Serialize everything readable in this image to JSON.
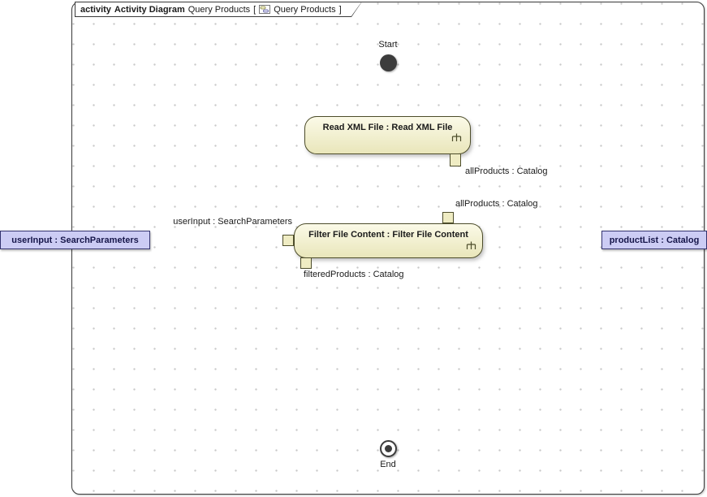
{
  "frame_header": {
    "keyword": "activity",
    "type_label": "Activity Diagram",
    "diagram_name": "Query Products",
    "open_bracket": "[",
    "context_name": "Query Products",
    "close_bracket": "]"
  },
  "nodes": {
    "start": {
      "label": "Start"
    },
    "end": {
      "label": "End"
    },
    "actions": [
      {
        "label": "Read XML File : Read XML File"
      },
      {
        "label": "Filter File Content : Filter File Content"
      }
    ]
  },
  "pins": {
    "read_output_label": "allProducts : Catalog",
    "filter_input_label": "allProducts : Catalog",
    "filter_left_label": "userInput : SearchParameters",
    "filter_output_label": "filteredProducts : Catalog"
  },
  "parameters": {
    "left_label": "userInput : SearchParameters",
    "right_label": "productList : Catalog"
  },
  "colors": {
    "action_fill_top": "#FBFAE8",
    "action_fill_bottom": "#E9E6BA",
    "action_border": "#4D4D2B",
    "pin_fill": "#EFECC3",
    "parameter_fill": "#CCCCF4",
    "parameter_border": "#33336E",
    "parameter_text": "#16164A",
    "node_fill": "#3C3C3C",
    "grid_dot": "#C9C9C9",
    "frame_border": "#3A3A3A"
  }
}
